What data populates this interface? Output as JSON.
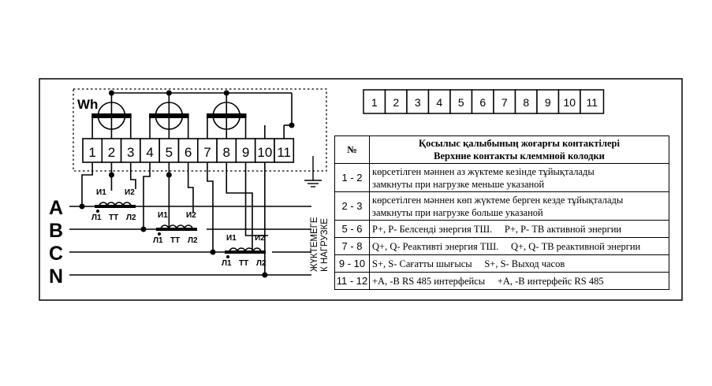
{
  "meter": {
    "label": "Wh",
    "terminals": [
      "1",
      "2",
      "3",
      "4",
      "5",
      "6",
      "7",
      "8",
      "9",
      "10",
      "11"
    ]
  },
  "phases": [
    "A",
    "B",
    "C",
    "N"
  ],
  "current_transformers": [
    {
      "i1": "И1",
      "i2": "И2",
      "l1": "Л1",
      "tt": "ТТ",
      "l2": "Л2"
    },
    {
      "i1": "И1",
      "i2": "И2",
      "l1": "Л1",
      "tt": "ТТ",
      "l2": "Л2"
    },
    {
      "i1": "И1",
      "i2": "И2",
      "l1": "Л1",
      "tt": "ТТ",
      "l2": "Л2"
    }
  ],
  "load_label_kz": "ЖҮКТЕМЕГЕ",
  "load_label_ru": "К НАГРУЗКЕ",
  "top_contacts": [
    "1",
    "2",
    "3",
    "4",
    "5",
    "6",
    "7",
    "8",
    "9",
    "10",
    "11"
  ],
  "table": {
    "header_num": "№",
    "header_kz": "Қосылыс қалыбының жоғарғы контактілері",
    "header_ru": "Верхние контакты клеммной колодки",
    "rows": [
      {
        "num": "1 - 2",
        "kz": "көрсетілген мәннен аз жүктеме кезінде тұйықталады",
        "ru": "замкнуты при нагрузке меньше указаной"
      },
      {
        "num": "2 - 3",
        "kz": "көрсетілген мәннен көп жүктеме берген кезде тұйықталады",
        "ru": "замкнуты при нагрузке больше указаной"
      },
      {
        "num": "5 - 6",
        "kz": "P+, P-   Белсенді энергия ТШ.",
        "ru": "P+, P-  ТВ активной энергии"
      },
      {
        "num": "7 - 8",
        "kz": "Q+, Q-  Реактивті энергия ТШ.",
        "ru": "Q+, Q-  ТВ реактивной энергии"
      },
      {
        "num": "9 - 10",
        "kz": "S+, S-  Сағатты шығысы",
        "ru": "S+, S-  Выход часов"
      },
      {
        "num": "11 - 12",
        "kz": "+A, -B RS 485 интерфейсы",
        "ru": "+A, -B интерфейс RS 485"
      }
    ]
  }
}
